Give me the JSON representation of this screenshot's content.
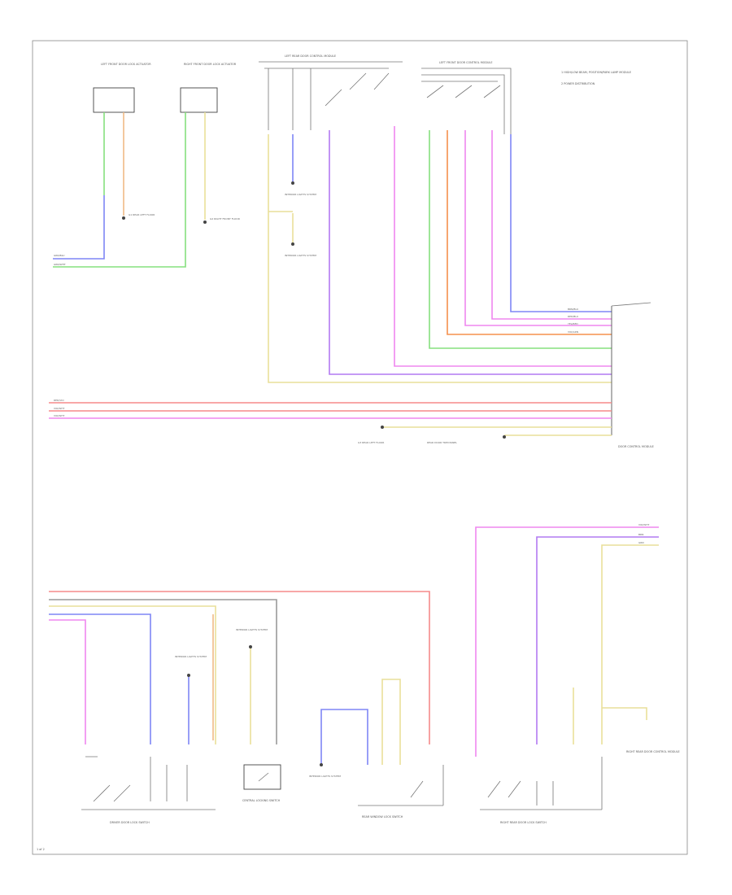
{
  "diagram": {
    "page_ref": "1 of 2",
    "legend": {
      "item1": "1  HIGH/LOW BEAM, POSITION/PARK LAMP MODULE",
      "item2": "2  POWER DISTRIBUTION"
    },
    "components": {
      "lf_door_lock": "LEFT FRONT DOOR LOCK ACTUATOR",
      "rf_door_lock": "RIGHT FRONT DOOR LOCK ACTUATOR",
      "lr_door_control": "LEFT REAR DOOR CONTROL MODULE",
      "lf_door_control": "LEFT FRONT DOOR CONTROL MODULE",
      "driver_door_lock_switch": "DRIVER DOOR LOCK SWITCH",
      "central_locking_switch": "CENTRAL LOCKING SWITCH",
      "rear_window_lock_switch": "REAR WINDOW LOCK SWITCH",
      "rr_door_lock_switch": "RIGHT REAR DOOR LOCK SWITCH",
      "right_rear_door_control": "RIGHT REAR DOOR CONTROL MODULE",
      "door_control_module": "DOOR CONTROL MODULE"
    },
    "grounds": {
      "g1": "G1 REAR LEFT FLOOR",
      "g2": "G2 RIGHT FRONT FLOOR",
      "g3": "G3 REAR LEFT FLOOR",
      "g4": "REAR DOOR TRIM PANEL",
      "ref1": "INTERIOR LIGHTS SYSTEM",
      "ref2": "INTERIOR LIGHTS SYSTEM",
      "ref3": "INTERIOR LIGHTS SYSTEM",
      "ref4": "INTERIOR LIGHTS SYSTEM",
      "ref5": "INTERIOR LIGHTS SYSTEM"
    },
    "wire_labels": {
      "w1": "GRN/BLU",
      "w2": "GRN/WHT",
      "w3": "BRN/BLU",
      "w4": "RED/BLU",
      "w5": "YEL/RED",
      "w6": "VIO/GRN",
      "w7": "RED/VIO",
      "w8": "VIO/WHT",
      "w9": "BRN",
      "w10": "GRN",
      "w11": "VIO/WHT",
      "w12": "VIO/WHT"
    }
  },
  "colors": {
    "wire_green": "#86e07e",
    "wire_blue": "#7f86f5",
    "wire_yellow": "#e9df9a",
    "wire_orange": "#f0bb86",
    "wire_red": "#f58a8a",
    "wire_pink": "#ef87ef",
    "wire_violet": "#b27af2",
    "wire_gray": "#9a9a9a",
    "frame": "#888888"
  }
}
